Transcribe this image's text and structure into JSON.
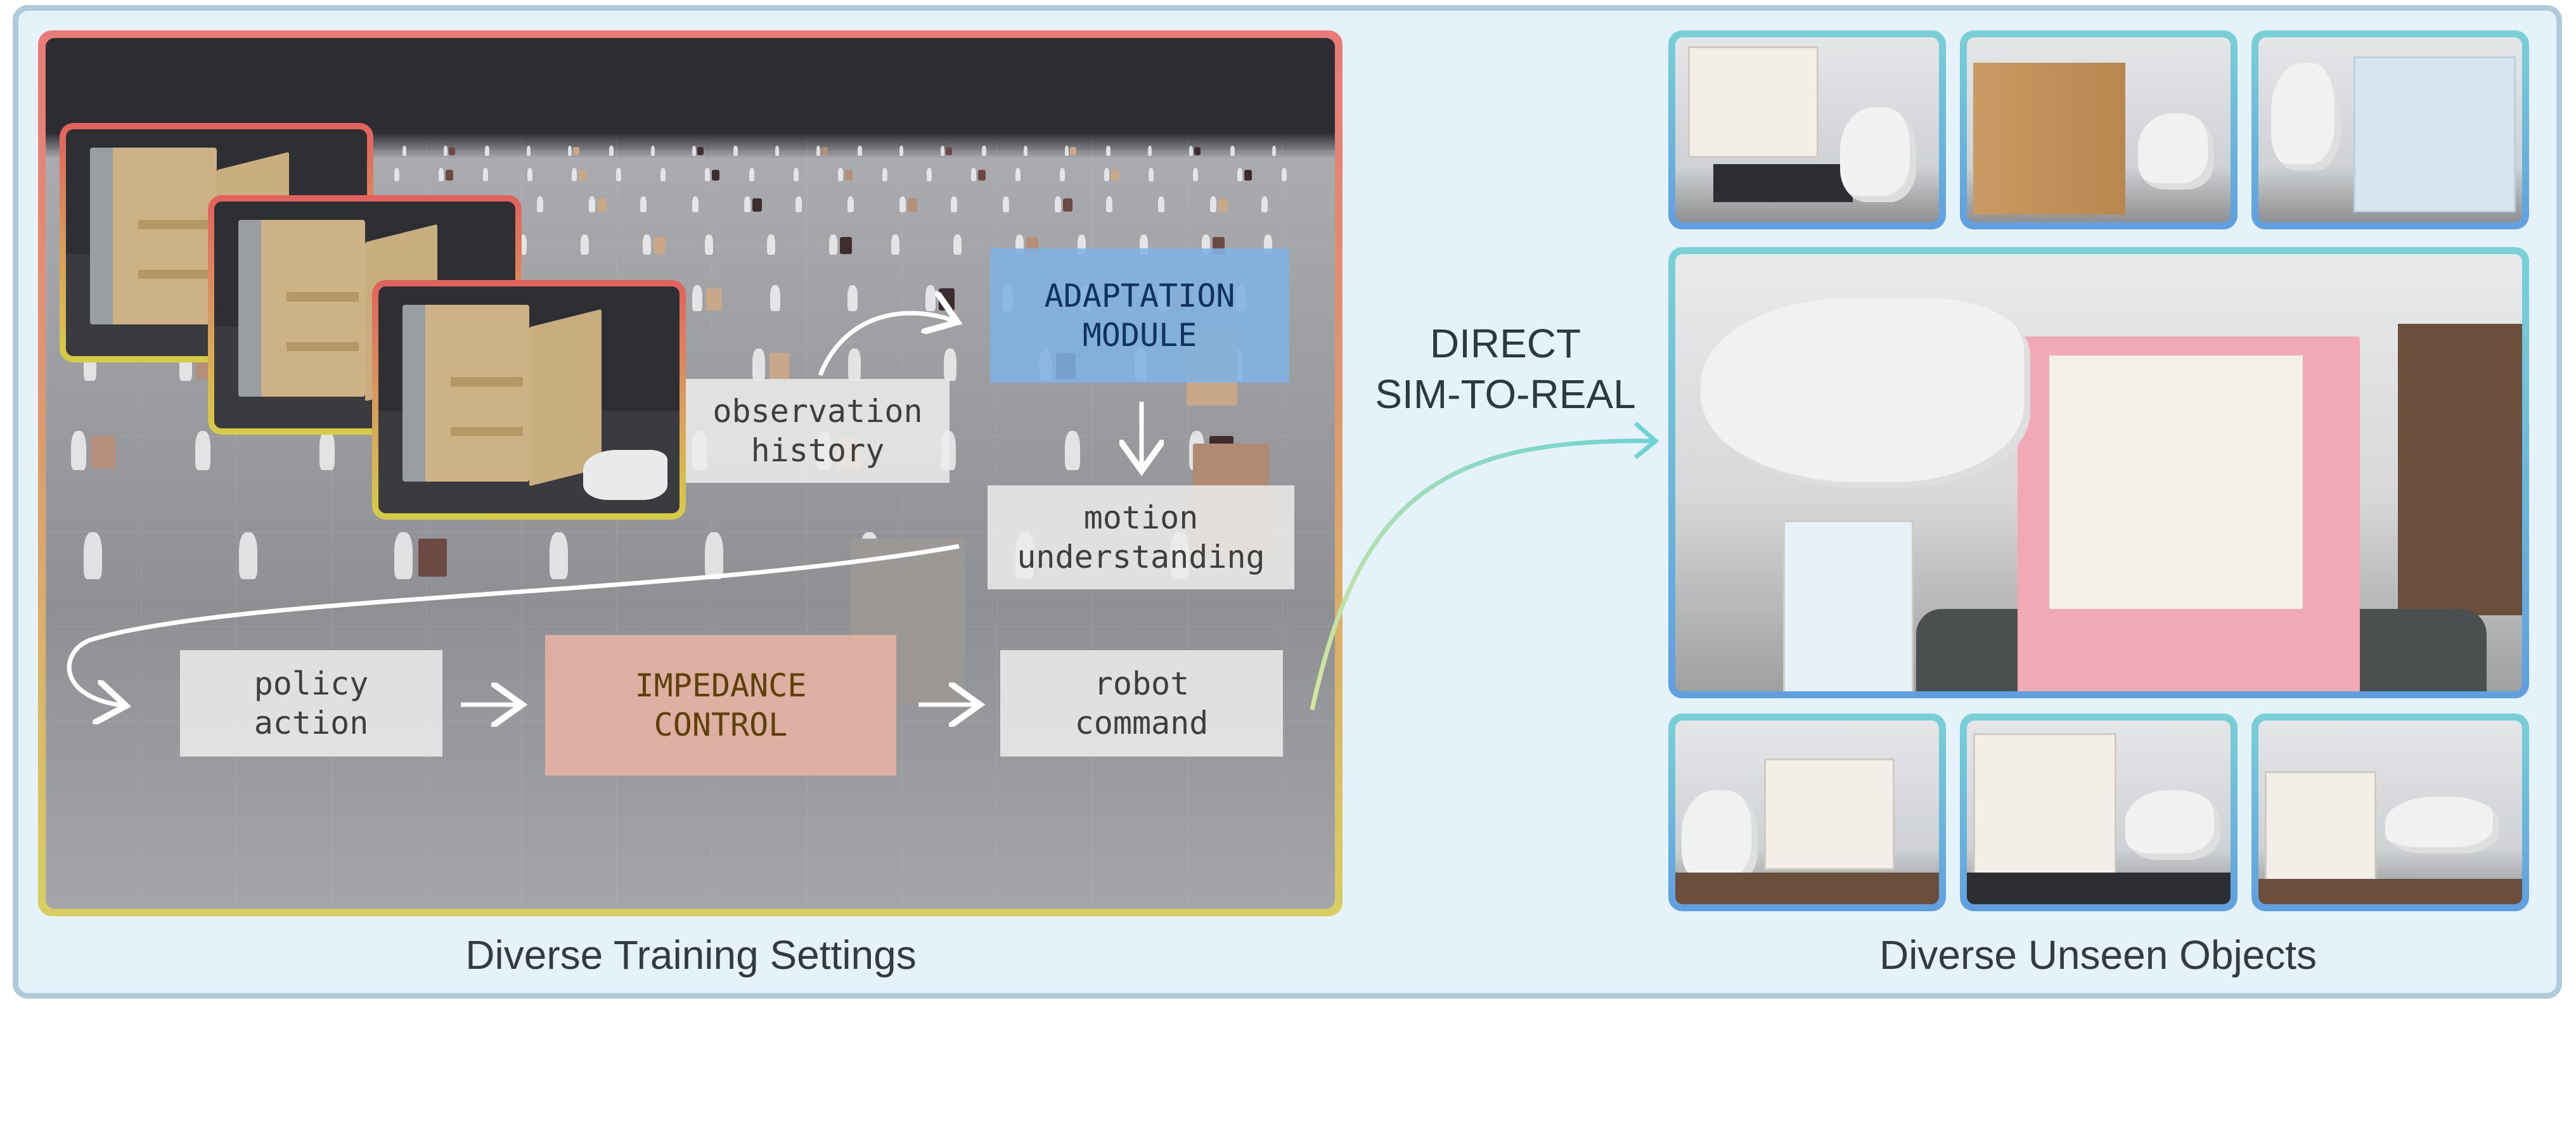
{
  "left_panel": {
    "caption": "Diverse Training Settings",
    "boxes": {
      "observation": "observation\nhistory",
      "adaptation": "ADAPTATION\nMODULE",
      "motion": "motion\nunderstanding",
      "policy": "policy\naction",
      "impedance": "IMPEDANCE\nCONTROL",
      "robot": "robot\ncommand"
    }
  },
  "transition": {
    "label": "DIRECT\nSIM-TO-REAL"
  },
  "right_panel": {
    "caption": "Diverse Unseen Objects"
  },
  "colors": {
    "sim_border_top": "#e87a78",
    "sim_border_bottom": "#d8cf62",
    "real_border_top": "#79d1d6",
    "real_border_bottom": "#5f9fe0",
    "adaptation_box": "#80b2e2",
    "impedance_box": "#e6b1a4",
    "arrow_to_real": "#8fdcc9"
  }
}
